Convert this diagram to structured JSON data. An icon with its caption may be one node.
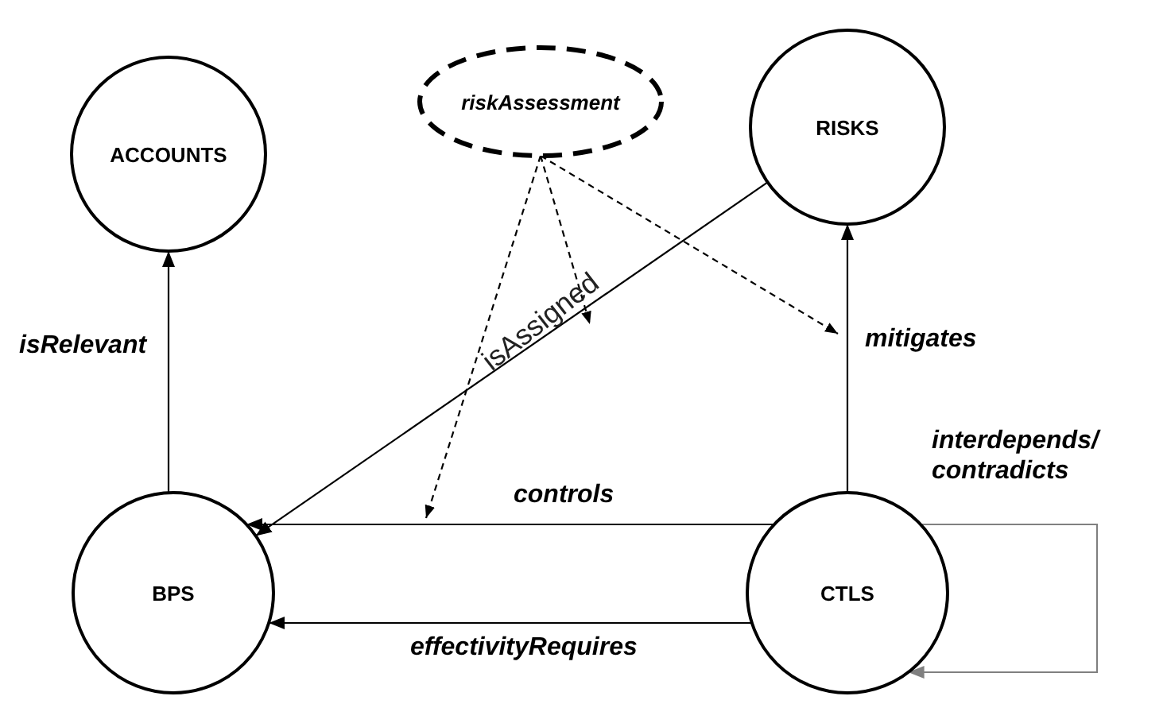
{
  "diagram": {
    "nodes": [
      {
        "text": [
          "ACCOUNTS"
        ]
      },
      {
        "text": [
          "riskAssessment"
        ]
      },
      {
        "text": [
          "RISKS"
        ]
      },
      {
        "text": [
          "BPS"
        ]
      },
      {
        "text": [
          "CTLS"
        ]
      }
    ],
    "edges": [
      {
        "from": 3,
        "to": 0,
        "arrow": "to",
        "label": "isRelevant"
      },
      {
        "from": 2,
        "to": 3,
        "arrow": "to",
        "label": "isAssigned"
      },
      {
        "from": 4,
        "to": 2,
        "arrow": "to",
        "label": "mitigates"
      },
      {
        "from": 4,
        "to": 3,
        "arrow": "to",
        "label": "controls"
      },
      {
        "from": 4,
        "to": 3,
        "arrow": "to",
        "label": "effectivityRequires"
      },
      {
        "from": 4,
        "to": 4,
        "arrow": "to",
        "label": "interdepends/ contradicts",
        "color": "#808080"
      },
      {
        "from": 1,
        "to": null,
        "arrow": "to",
        "style": "dashed"
      },
      {
        "from": 1,
        "to": null,
        "arrow": "to",
        "style": "dashed"
      },
      {
        "from": 1,
        "to": null,
        "arrow": "to",
        "style": "dashed"
      }
    ]
  }
}
